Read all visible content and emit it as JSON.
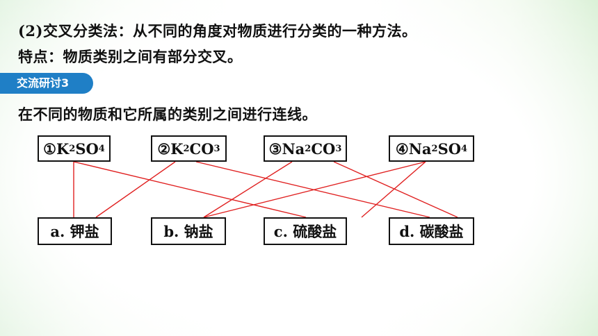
{
  "text": {
    "line1": "(2)交叉分类法：从不同的角度对物质进行分类的一种方法。",
    "line2": "特点：物质类别之间有部分交叉。",
    "tag": "交流研讨3",
    "line3": "在不同的物质和它所属的类别之间进行连线。"
  },
  "substances": [
    {
      "num": "①",
      "parts": [
        "K",
        "2",
        "SO",
        "4"
      ]
    },
    {
      "num": "②",
      "parts": [
        "K",
        "2",
        "CO",
        "3"
      ]
    },
    {
      "num": "③",
      "parts": [
        "Na",
        "2",
        "CO",
        "3"
      ]
    },
    {
      "num": "④",
      "parts": [
        "Na",
        "2",
        "SO",
        "4"
      ]
    }
  ],
  "categories": [
    {
      "label": "a. 钾盐"
    },
    {
      "label": "b. 钠盐"
    },
    {
      "label": "c. 硫酸盐"
    },
    {
      "label": "d. 碳酸盐"
    }
  ],
  "connections": [
    [
      "①",
      "a"
    ],
    [
      "①",
      "c"
    ],
    [
      "②",
      "a"
    ],
    [
      "②",
      "d"
    ],
    [
      "③",
      "b"
    ],
    [
      "③",
      "d"
    ],
    [
      "④",
      "b"
    ],
    [
      "④",
      "c"
    ]
  ],
  "colors": {
    "tag_background": "#1f7fc6",
    "line": "#e02020"
  }
}
